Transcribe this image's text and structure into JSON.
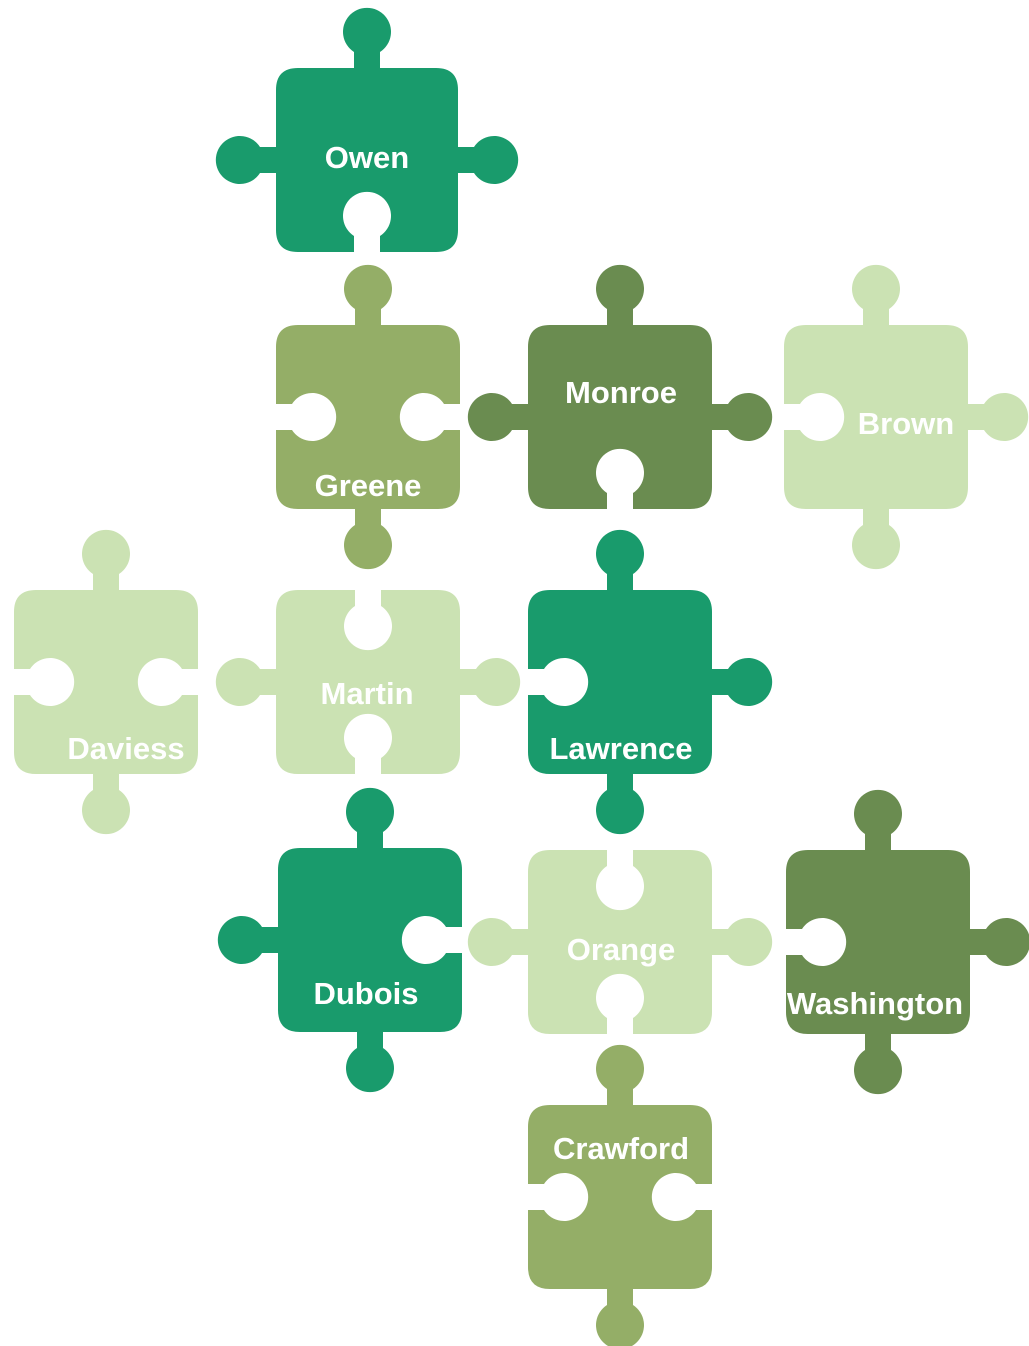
{
  "colors": {
    "teal": "#199b6c",
    "olive": "#94ae67",
    "moss": "#6a8c50",
    "pale": "#cbe2b3",
    "background": "#ffffff",
    "label": "#ffffff"
  },
  "pieces": [
    {
      "id": "owen",
      "label": "Owen",
      "color": "teal"
    },
    {
      "id": "greene",
      "label": "Greene",
      "color": "olive"
    },
    {
      "id": "monroe",
      "label": "Monroe",
      "color": "moss"
    },
    {
      "id": "brown",
      "label": "Brown",
      "color": "pale"
    },
    {
      "id": "daviess",
      "label": "Daviess",
      "color": "pale"
    },
    {
      "id": "martin",
      "label": "Martin",
      "color": "pale"
    },
    {
      "id": "lawrence",
      "label": "Lawrence",
      "color": "teal"
    },
    {
      "id": "dubois",
      "label": "Dubois",
      "color": "teal"
    },
    {
      "id": "orange",
      "label": "Orange",
      "color": "pale"
    },
    {
      "id": "washington",
      "label": "Washington",
      "color": "moss"
    },
    {
      "id": "crawford",
      "label": "Crawford",
      "color": "olive"
    }
  ]
}
